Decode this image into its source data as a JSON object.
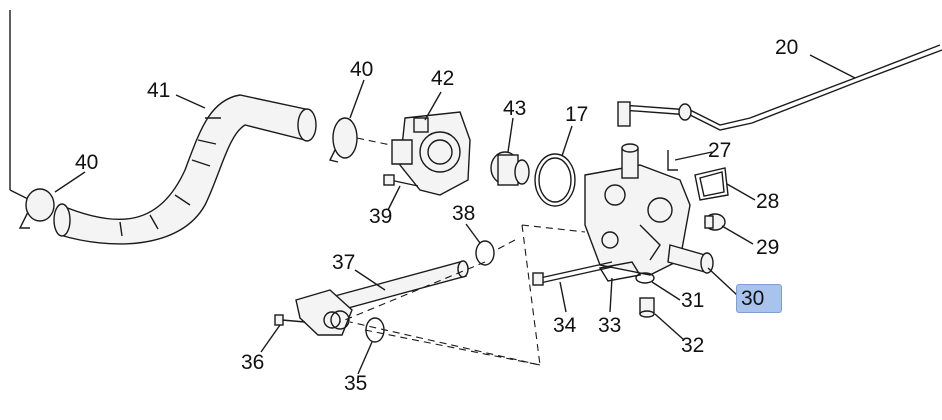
{
  "diagram": {
    "callouts": [
      {
        "id": "c20",
        "text": "20"
      },
      {
        "id": "c40a",
        "text": "40"
      },
      {
        "id": "c42",
        "text": "42"
      },
      {
        "id": "c41",
        "text": "41"
      },
      {
        "id": "c43",
        "text": "43"
      },
      {
        "id": "c17",
        "text": "17"
      },
      {
        "id": "c27",
        "text": "27"
      },
      {
        "id": "c40b",
        "text": "40"
      },
      {
        "id": "c28",
        "text": "28"
      },
      {
        "id": "c39",
        "text": "39"
      },
      {
        "id": "c38",
        "text": "38"
      },
      {
        "id": "c29",
        "text": "29"
      },
      {
        "id": "c37",
        "text": "37"
      },
      {
        "id": "c30",
        "text": "30"
      },
      {
        "id": "c31",
        "text": "31"
      },
      {
        "id": "c34",
        "text": "34"
      },
      {
        "id": "c33",
        "text": "33"
      },
      {
        "id": "c32",
        "text": "32"
      },
      {
        "id": "c36",
        "text": "36"
      },
      {
        "id": "c35",
        "text": "35"
      }
    ],
    "highlighted_callout": "30",
    "highlight_color": "#a9c4ec"
  }
}
